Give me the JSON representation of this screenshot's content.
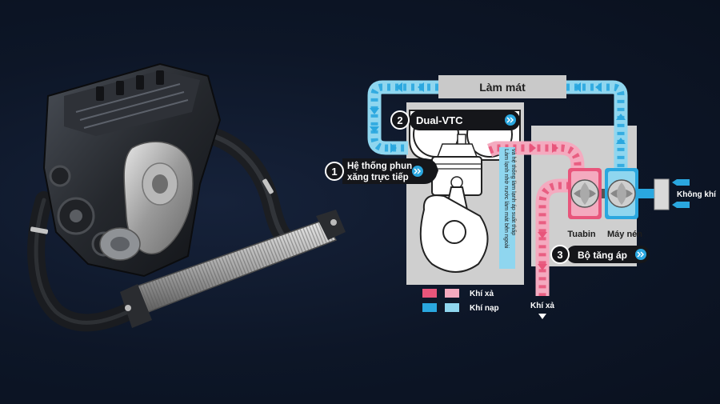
{
  "colors": {
    "background": "#0d1627",
    "cool_blue": "#2aa7df",
    "cool_blue_light": "#8fd6ef",
    "exhaust_pink": "#e8557b",
    "exhaust_pink_light": "#f4aabf",
    "panel_gray": "#cfcfcf",
    "label_dark": "#15161a"
  },
  "labels": {
    "cooling": "Làm mát",
    "dual_vtc": "Dual-VTC",
    "injection_line1": "Hệ thống phun",
    "injection_line2": "xăng trực tiếp",
    "vertical_line1": "Làm lạnh nhờ nước làm mát bên ngoài",
    "vertical_line2": "và hệ thống làm lạnh áp suất thấp",
    "turbine": "Tuabin",
    "compressor": "Máy nén",
    "turbo": "Bộ tăng áp",
    "air_in": "Không khí",
    "exhaust_out": "Khí xả",
    "legend_exhaust": "Khí xả",
    "legend_intake": "Khí nạp"
  },
  "badges": {
    "one": "1",
    "two": "2",
    "three": "3"
  },
  "icons": [
    "double-chevron-right-icon",
    "arrow-down-icon",
    "arrow-left-icon"
  ]
}
